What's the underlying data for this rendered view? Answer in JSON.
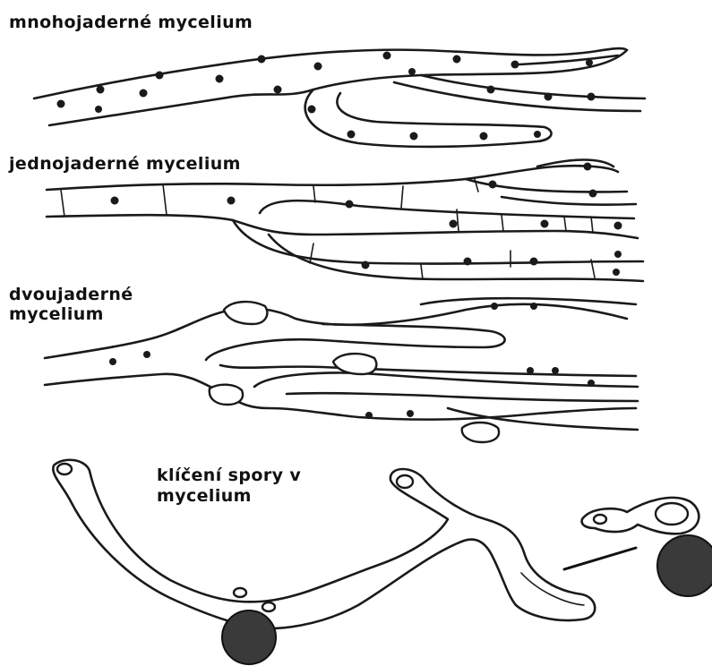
{
  "labels": {
    "multinuclear": "mnohojaderné mycelium",
    "uninuclear": "jednojaderné mycelium",
    "binuclear_line1": "dvoujaderné",
    "binuclear_line2": "mycelium",
    "germination_line1": "klíčení spory v",
    "germination_line2": "mycelium"
  }
}
